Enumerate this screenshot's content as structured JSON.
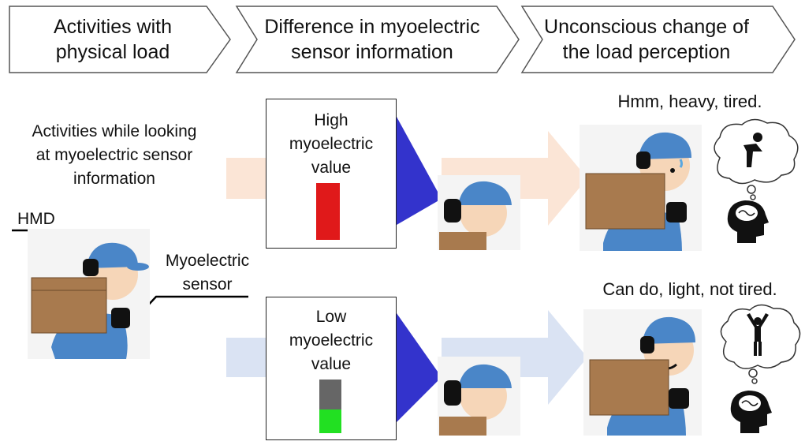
{
  "header": {
    "steps": [
      {
        "line1": "Activities with",
        "line2": "physical load"
      },
      {
        "line1": "Difference in myoelectric",
        "line2": "sensor information"
      },
      {
        "line1": "Unconscious change of",
        "line2": "the load perception"
      }
    ]
  },
  "left": {
    "activity_line1": "Activities while looking",
    "activity_line2": "at myoelectric sensor",
    "activity_line3": "information",
    "hmd_label": "HMD",
    "sensor_line1": "Myoelectric",
    "sensor_line2": "sensor"
  },
  "high": {
    "line1": "High",
    "line2": "myoelectric",
    "line3": "value",
    "bar_color": "#e0191a",
    "caption": "Hmm,  heavy, tired."
  },
  "low": {
    "line1": "Low",
    "line2": "myoelectric",
    "line3": "value",
    "bar_color": "#22e022",
    "empty_color": "#666666",
    "caption": "Can do, light, not tired."
  },
  "colors": {
    "orange_arrow": "#fbe5d6",
    "blue_arrow": "#dae3f3",
    "triangle": "#3333cc",
    "cap": "#4a86c8",
    "box": "#a87a4e"
  }
}
